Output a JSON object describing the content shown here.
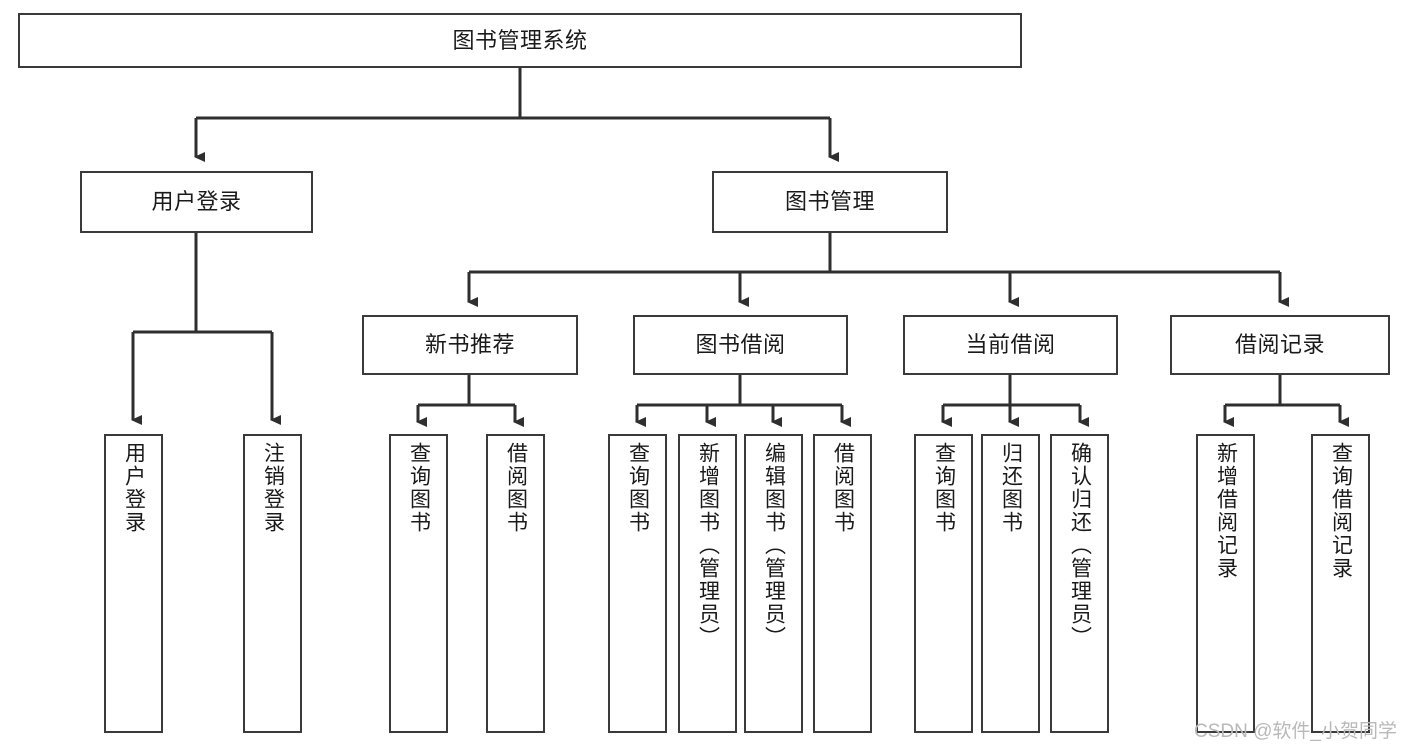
{
  "diagram": {
    "title": "图书管理系统",
    "type": "tree-hierarchy-chart",
    "watermark": "CSDN @软件_小贺同学",
    "colors": {
      "background": "#ffffff",
      "box_border": "#3a3a3a",
      "box_fill": "#ffffff",
      "connector": "#2f2f2f",
      "text": "#1a1a1a",
      "watermark": "#b9b9b9"
    },
    "root": {
      "label": "图书管理系统"
    },
    "level2": [
      {
        "label": "用户登录"
      },
      {
        "label": "图书管理"
      }
    ],
    "level3": [
      {
        "label": "新书推荐"
      },
      {
        "label": "图书借阅"
      },
      {
        "label": "当前借阅"
      },
      {
        "label": "借阅记录"
      }
    ],
    "leaves": {
      "user_login": [
        {
          "label": "用户登录"
        },
        {
          "label": "注销登录"
        }
      ],
      "new_book_recommend": [
        {
          "label": "查询图书"
        },
        {
          "label": "借阅图书"
        }
      ],
      "book_borrow": [
        {
          "label": "查询图书"
        },
        {
          "label": "新增图书（管理员）"
        },
        {
          "label": "编辑图书（管理员）"
        },
        {
          "label": "借阅图书"
        }
      ],
      "current_borrow": [
        {
          "label": "查询图书"
        },
        {
          "label": "归还图书"
        },
        {
          "label": "确认归还（管理员）"
        }
      ],
      "borrow_records": [
        {
          "label": "新增借阅记录"
        },
        {
          "label": "查询借阅记录"
        }
      ]
    }
  }
}
